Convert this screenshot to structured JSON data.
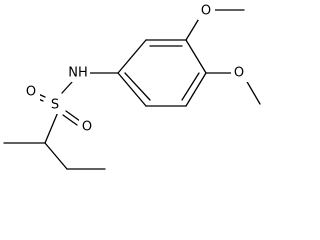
{
  "molecule": {
    "atoms": {
      "sulfur": "S",
      "nitrogen_hydrogen": "NH",
      "oxygen_sulfonyl_left": "O",
      "oxygen_sulfonyl_right": "O",
      "oxygen_methoxy_top": "O",
      "oxygen_methoxy_right": "O"
    },
    "colors": {
      "bond": "#000000",
      "label": "#000000",
      "background": "#ffffff"
    }
  }
}
